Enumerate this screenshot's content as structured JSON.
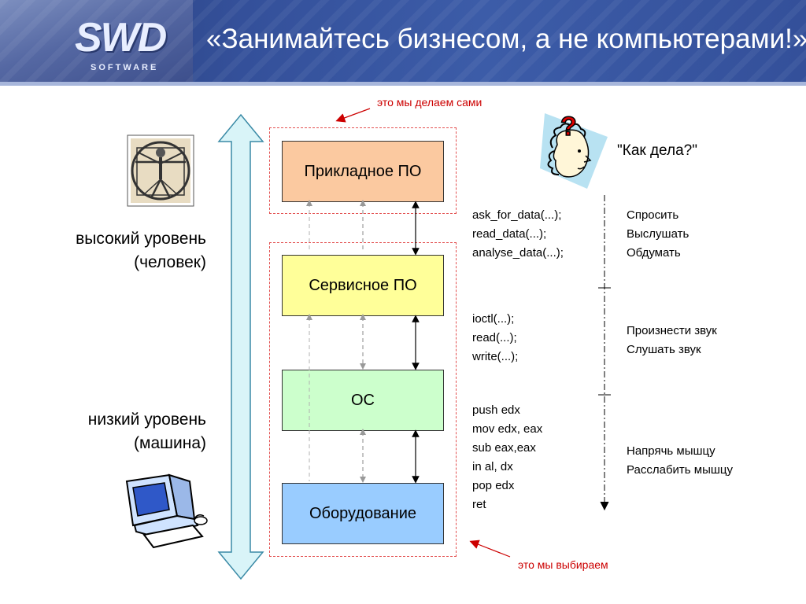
{
  "header": {
    "title": "«Занимайтесь бизнесом, а не компьютерами!»",
    "logo_text": "SWD",
    "logo_sub": "SOFTWARE"
  },
  "annotations": {
    "top_note": "это мы делаем сами",
    "bottom_note": "это мы выбираем"
  },
  "levels": {
    "high": [
      "высокий уровень",
      "(человек)"
    ],
    "low": [
      "низкий уровень",
      "(машина)"
    ]
  },
  "boxes": [
    {
      "label": "Прикладное ПО",
      "color": "#fbc9a0"
    },
    {
      "label": "Сервисное ПО",
      "color": "#ffff99"
    },
    {
      "label": "ОС",
      "color": "#ccffcc"
    },
    {
      "label": "Оборудование",
      "color": "#99ccff"
    }
  ],
  "question": "\"Как дела?\"",
  "code_blocks": [
    [
      "ask_for_data(...);",
      "read_data(...);",
      "analyse_data(...);"
    ],
    [
      "ioctl(...);",
      "read(...);",
      "write(...);"
    ],
    [
      "push edx",
      "mov edx, eax",
      "sub eax,eax",
      "in al, dx",
      "pop edx",
      "ret"
    ]
  ],
  "human_blocks": [
    [
      "Спросить",
      "Выслушать",
      "Обдумать"
    ],
    [
      "Произнести звук",
      "Слушать звук"
    ],
    [
      "Напрячь мышцу",
      "Расслабить мышцу"
    ]
  ],
  "icons": {
    "human": "vitruvian-man-icon",
    "computer": "computer-icon",
    "thinker": "question-head-icon"
  },
  "colors": {
    "header_bg": "#34509a",
    "dashed_red": "#e35050",
    "note_red": "#cc0000",
    "arrow_fill": "#d9f4f8",
    "arrow_stroke": "#3a8aa6"
  }
}
